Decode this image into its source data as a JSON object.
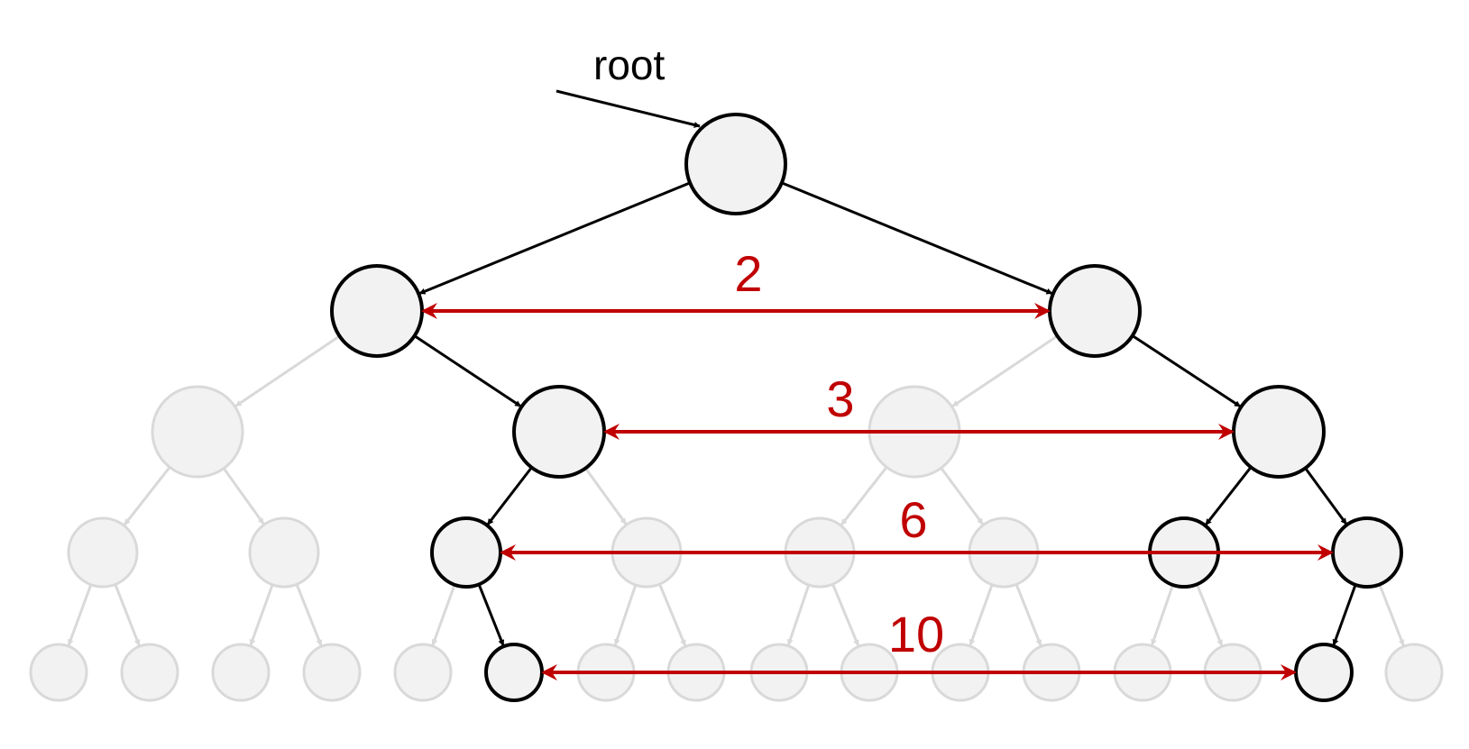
{
  "root_label": "root",
  "distance_labels": [
    "2",
    "3",
    "6",
    "10"
  ],
  "colors": {
    "node_fill": "#f2f2f2",
    "active_stroke": "#000000",
    "inactive_stroke": "#d9d9d9",
    "distance_accent": "#c00000"
  }
}
